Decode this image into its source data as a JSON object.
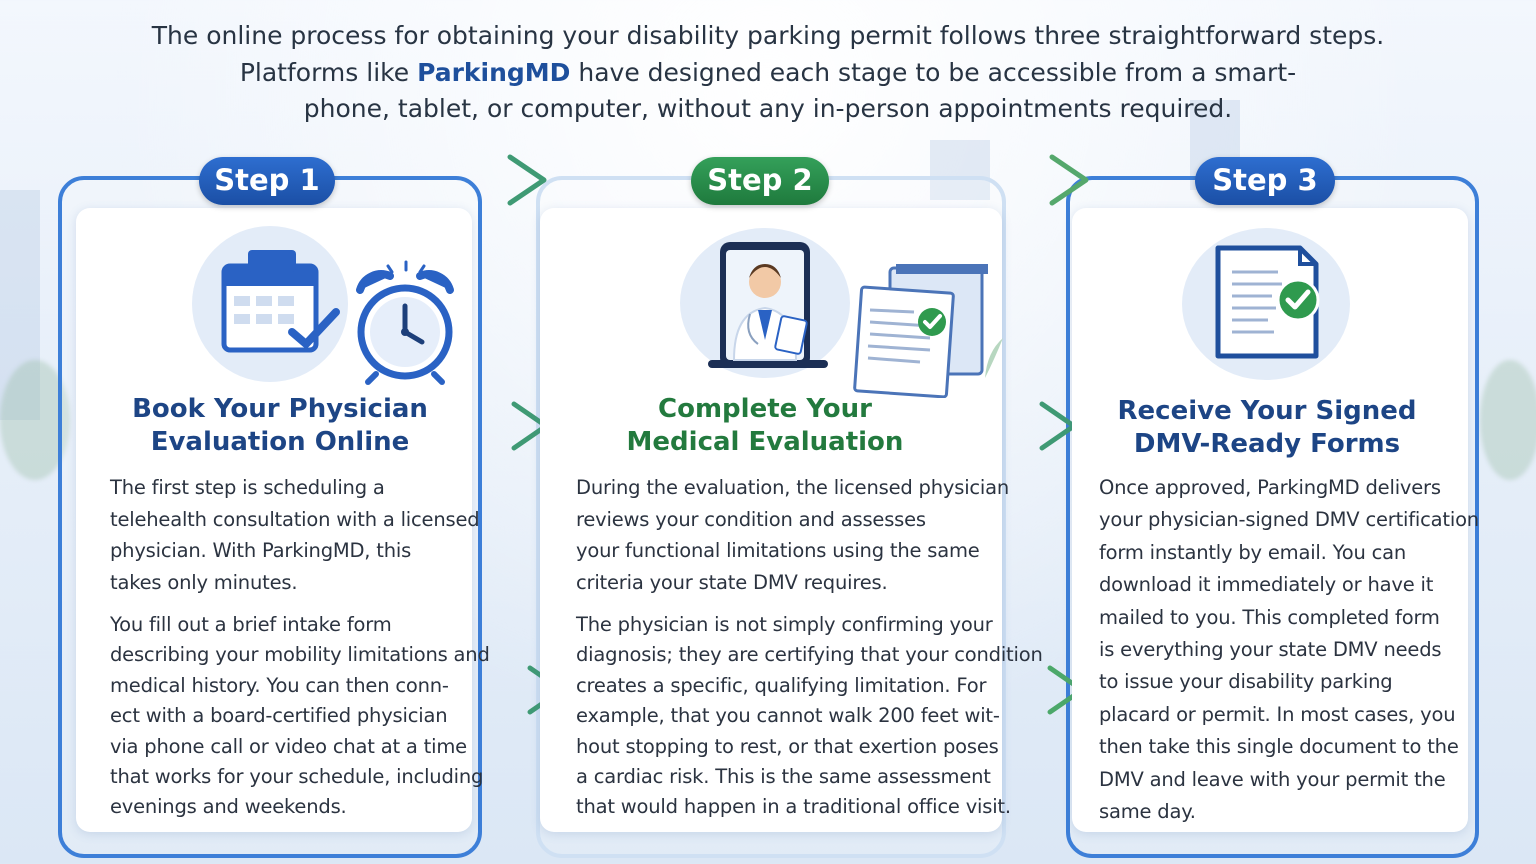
{
  "intro": {
    "line1": "The online process for obtaining your disability parking permit follows three straightforward steps.",
    "line2_before": "Platforms like ",
    "brand": "ParkingMD",
    "line2_after": " have designed each stage to be accessible from a smart-",
    "line3": "phone, tablet, or computer, without any in-person appointments required."
  },
  "colors": {
    "blue": "#1b4fa5",
    "green": "#1f7a3d",
    "heading_blue": "#1d4585",
    "heading_green": "#237a3e"
  },
  "steps": [
    {
      "badge": "Step 1",
      "icon": "calendar-clock-icon",
      "title_lines": [
        "Book Your Physician",
        "Evaluation Online"
      ],
      "para1_lines": [
        "The first step is scheduling a",
        "telehealth consultation with a licensed",
        "physician. With ParkingMD, this",
        "takes only minutes."
      ],
      "para2_lines": [
        "You fill out a brief intake form",
        "describing your mobility limitations and",
        "medical history. You can then conn-",
        "ect with a board-certified physician",
        "via phone call or video chat at a time",
        "that works for your schedule, including",
        "evenings and weekends."
      ]
    },
    {
      "badge": "Step 2",
      "icon": "telehealth-doctor-icon",
      "title_lines": [
        "Complete Your",
        "Medical Evaluation"
      ],
      "para1_lines": [
        "During the evaluation, the licensed physician",
        "reviews your condition and assesses",
        "your functional limitations using the same",
        "criteria your state DMV requires."
      ],
      "para2_lines": [
        "The physician is not simply confirming your",
        "diagnosis; they are certifying that your condition",
        "creates a specific, qualifying limitation. For",
        "example, that you cannot walk 200 feet wit-",
        "hout stopping to rest, or that exertion poses",
        "a cardiac risk. This is the same assessment",
        "that would happen in a traditional office visit."
      ]
    },
    {
      "badge": "Step 3",
      "icon": "signed-document-icon",
      "title_lines": [
        "Receive Your Signed",
        "DMV-Ready Forms"
      ],
      "para1_lines": [
        "Once approved, ParkingMD delivers",
        "your physician-signed DMV certification",
        "form instantly by email. You can",
        "download it immediately or have it",
        "mailed to you. This completed form",
        "is everything your state DMV needs",
        "to issue your disability parking",
        "placard or permit. In most cases, you",
        "then take this single document to the",
        "DMV and leave with your permit the",
        "same day."
      ]
    }
  ]
}
